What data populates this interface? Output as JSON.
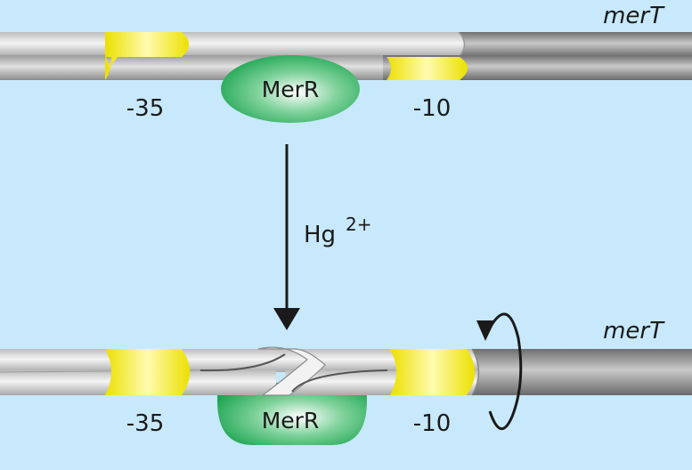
{
  "top_complex": {
    "gene_label": "merT",
    "minus35": "-35",
    "minus10": "-10",
    "protein": "MerR"
  },
  "transition": {
    "ion": "Hg",
    "charge": "2+"
  },
  "bottom_complex": {
    "gene_label": "merT",
    "minus35": "-35",
    "minus10": "-10",
    "protein": "MerR"
  },
  "colors": {
    "background": "#c7e9fb",
    "promoter_box": "#f7ef2a",
    "protein": "#1fa64d",
    "dna_light": "#e0e0e0",
    "dna_dark": "#8a8a8a"
  }
}
